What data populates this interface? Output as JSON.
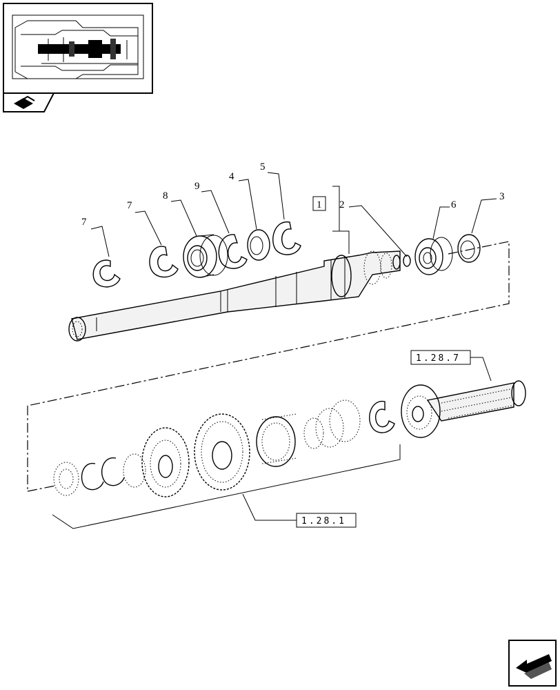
{
  "diagram": {
    "callouts": [
      {
        "id": "c7a",
        "label": "7"
      },
      {
        "id": "c7b",
        "label": "7"
      },
      {
        "id": "c8",
        "label": "8"
      },
      {
        "id": "c9",
        "label": "9"
      },
      {
        "id": "c4",
        "label": "4"
      },
      {
        "id": "c5",
        "label": "5"
      },
      {
        "id": "c1",
        "label": "1"
      },
      {
        "id": "c2",
        "label": "2"
      },
      {
        "id": "c6",
        "label": "6"
      },
      {
        "id": "c3",
        "label": "3"
      }
    ],
    "references": [
      {
        "id": "ref-upper",
        "label": "1.28.7"
      },
      {
        "id": "ref-lower",
        "label": "1.28.1"
      }
    ]
  },
  "icons": {
    "thumbnail": "transmission-section-thumbnail",
    "corner_book": "book-tractor-icon",
    "nav_arrow": "previous-page-arrow-icon"
  }
}
